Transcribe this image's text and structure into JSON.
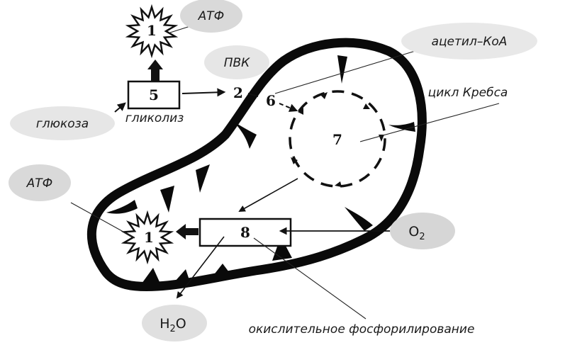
{
  "labels": {
    "atp_top": "АТФ",
    "pvk": "ПВК",
    "acetyl_coa": "ацетил–КоА",
    "krebs_cycle": "цикл Кребса",
    "glucose": "глюкоза",
    "glycolysis": "гликолиз",
    "atp_left": "АТФ",
    "oxygen": "O",
    "oxygen_sub": "2",
    "water_h": "H",
    "water_sub": "2",
    "water_o": "O",
    "oxidative_phosphorylation": "окислительное фосфорилирование"
  },
  "numbers": {
    "atp_star_top": "1",
    "glycolysis_box": "5",
    "pyruvate": "2",
    "acetyl_entry": "6",
    "krebs_center": "7",
    "oxphos_box": "8",
    "atp_star_bottom": "1"
  }
}
